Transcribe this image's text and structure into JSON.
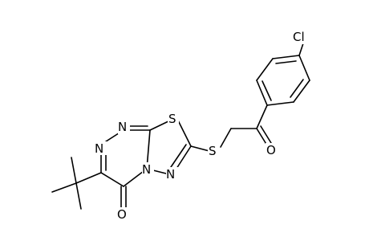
{
  "molecule": {
    "atoms": {
      "N_triazine_upper": "N",
      "N_triazine_lower": "N",
      "N_bridge": "N",
      "N_thiadiazole": "N",
      "S_ring": "S",
      "S_thioether": "S",
      "O_ring_ketone": "O",
      "O_side_ketone": "O",
      "Cl_substituent": "Cl"
    }
  },
  "colors": {
    "ink": "#000000",
    "background": "#ffffff"
  }
}
